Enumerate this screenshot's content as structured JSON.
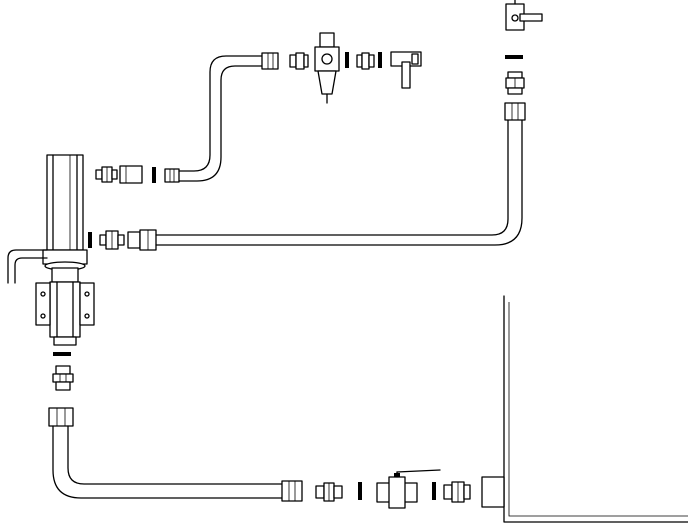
{
  "diagram": {
    "kind": "plumbing assembly line drawing",
    "background": "#ffffff",
    "ink": "#000000",
    "components": [
      "pump-body",
      "pump-mounting-bracket",
      "fitting-bushing",
      "filter-regulator",
      "ball-valve",
      "air-supply-valve",
      "tank",
      "air-hose",
      "fluid-supply-hose",
      "fluid-outlet-hose"
    ]
  }
}
